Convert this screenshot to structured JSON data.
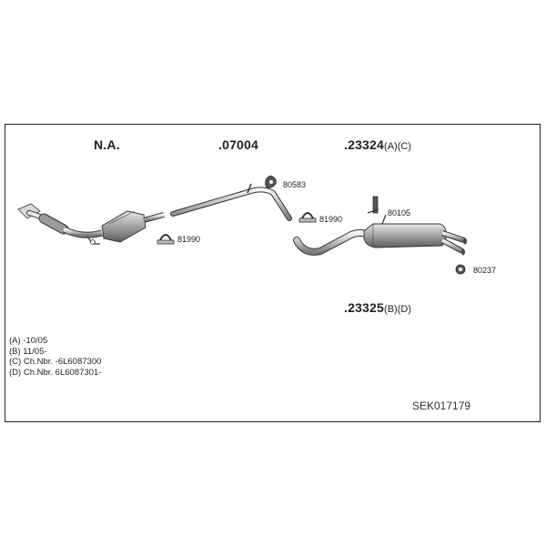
{
  "parts": {
    "na": {
      "number": "N.A."
    },
    "front_pipe": {
      "number": ".07004"
    },
    "rear_a": {
      "number": ".23324",
      "suffix": "(A)(C)"
    },
    "rear_b": {
      "number": ".23325",
      "suffix": "(B)(D)"
    },
    "hanger_top": {
      "number": "80583"
    },
    "clamp_mid": {
      "number": "81990"
    },
    "clamp_left": {
      "number": "81990"
    },
    "hanger_rear_top": {
      "number": "80105"
    },
    "hanger_rear_bottom": {
      "number": "80237"
    }
  },
  "notes": [
    "(A) -10/05",
    "(B) 11/05-",
    "(C) Ch.Nbr. -6L6087300",
    "(D) Ch.Nbr. 6L6087301-"
  ],
  "kit_code": "SEK017179"
}
